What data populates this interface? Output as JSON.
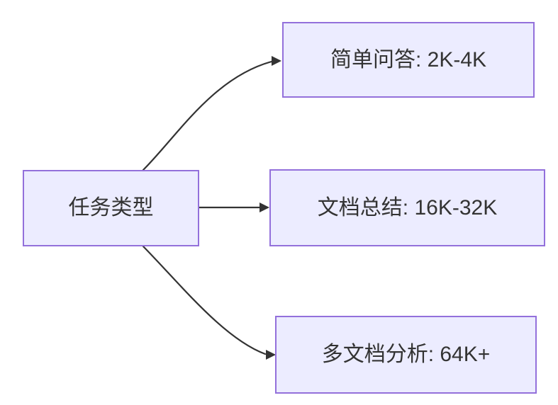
{
  "diagram": {
    "type": "flowchart",
    "direction": "left-to-right",
    "root": {
      "id": "task-type",
      "label": "任务类型"
    },
    "branches": [
      {
        "id": "simple-qa",
        "label": "简单问答: 2K-4K"
      },
      {
        "id": "doc-summary",
        "label": "文档总结: 16K-32K"
      },
      {
        "id": "multi-doc",
        "label": "多文档分析: 64K+"
      }
    ],
    "colors": {
      "node_fill": "#ECECFF",
      "node_border": "#9370DB",
      "edge": "#333333",
      "text": "#333333",
      "background": "#FFFFFF"
    }
  }
}
